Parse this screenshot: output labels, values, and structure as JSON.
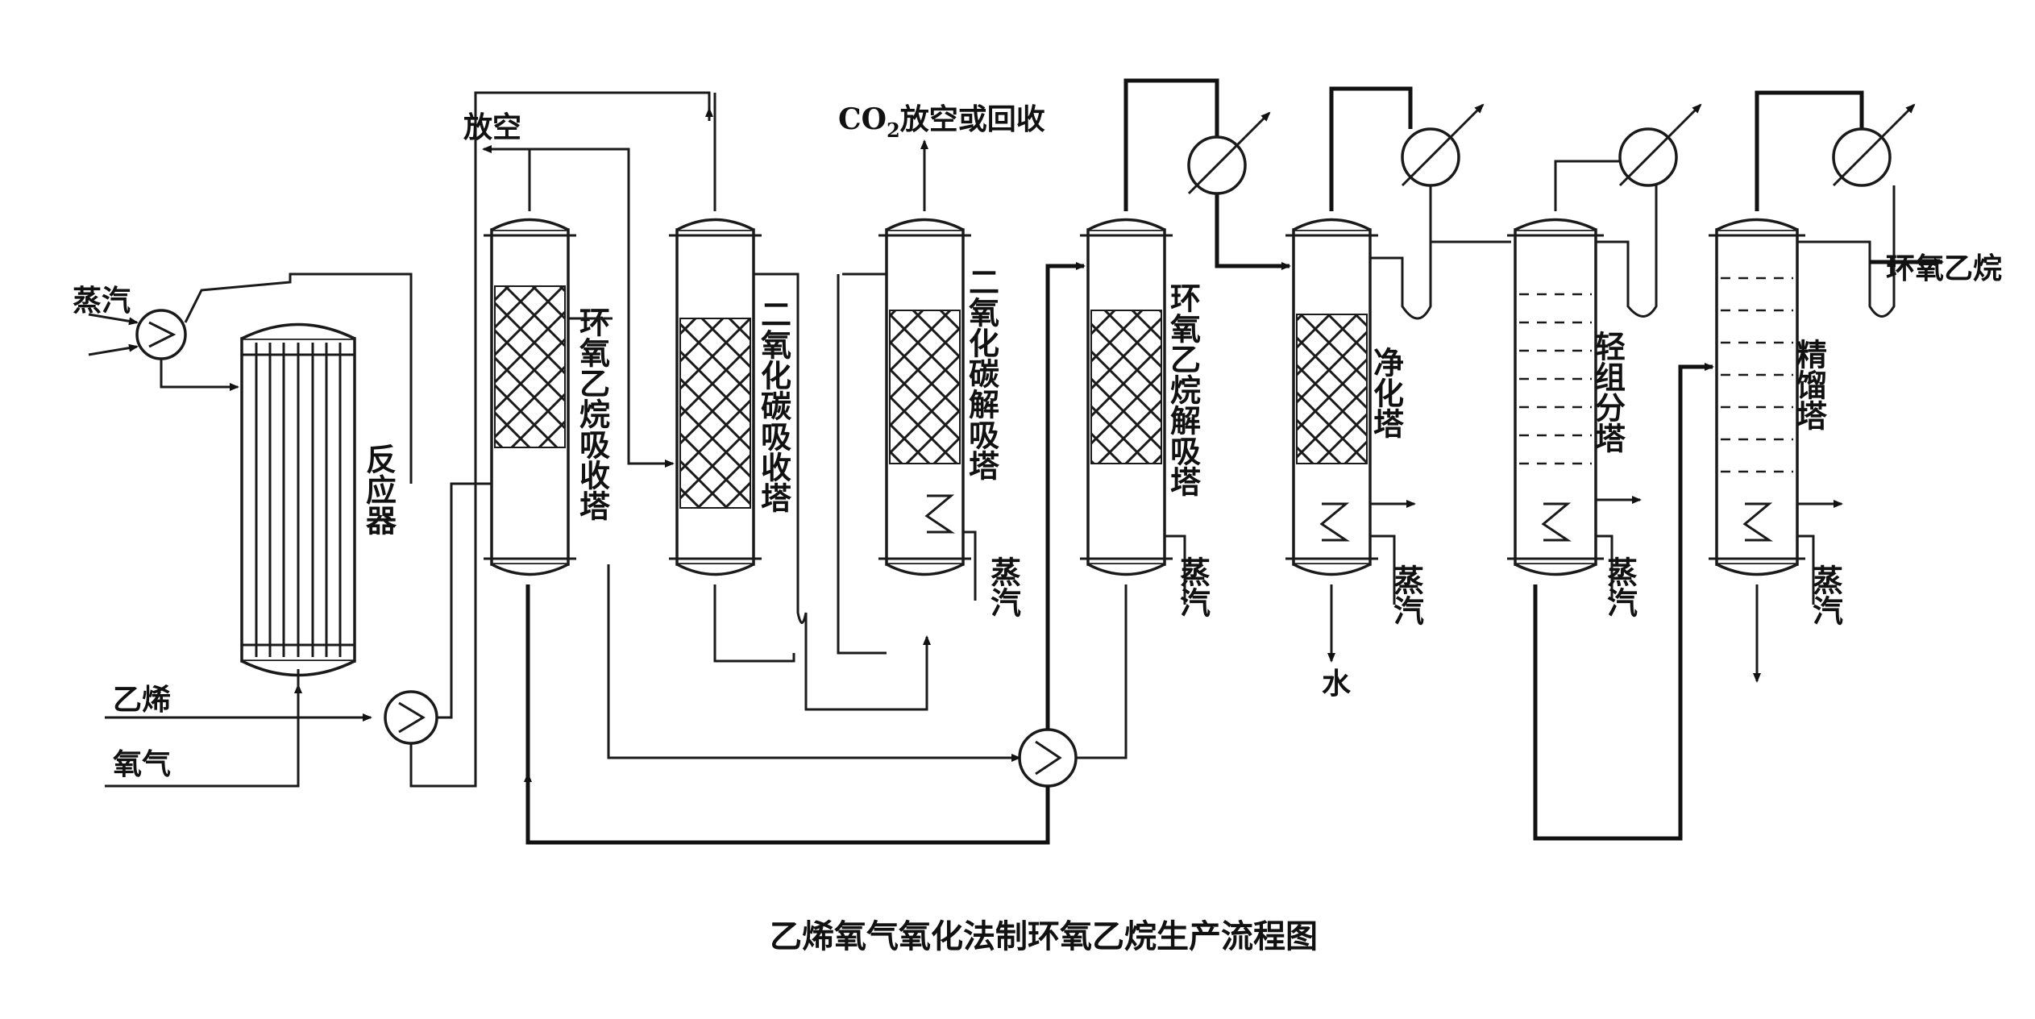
{
  "labels": {
    "steam_top": "蒸汽",
    "vent": "放空",
    "co2_vent": "CO",
    "co2_sub": "2",
    "co2_vent_rest": "放空或回收",
    "ethylene": "乙烯",
    "oxygen": "氧气",
    "water": "水",
    "eo_product": "环氧乙烷"
  },
  "columns": {
    "reactor": "反应器",
    "eo_absorber": "环氧乙烷吸收塔",
    "co2_absorber": "二氧化碳吸收塔",
    "co2_desorber": "二氧化碳解吸塔",
    "eo_desorber": "环氧乙烷解吸塔",
    "purifier": "净化塔",
    "light_ends": "轻组分塔",
    "rectifier": "精馏塔"
  },
  "steam_labels": [
    "蒸汽",
    "蒸汽",
    "蒸汽",
    "蒸汽",
    "蒸汽",
    "蒸汽"
  ],
  "caption": "乙烯氧气氧化法制环氧乙烷生产流程图"
}
